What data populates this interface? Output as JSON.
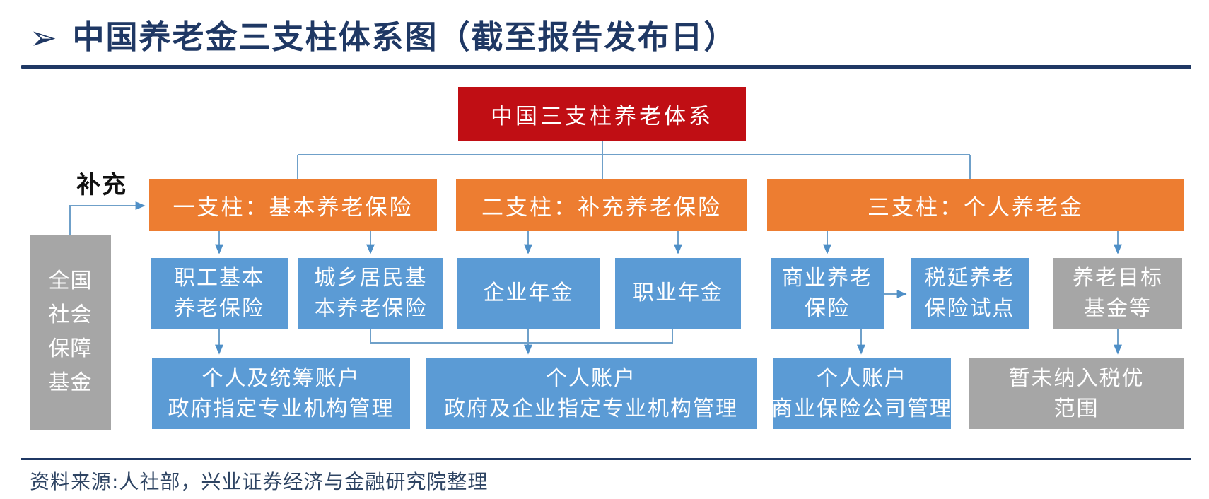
{
  "title": {
    "bullet": "➢",
    "text": "中国养老金三支柱体系图（截至报告发布日）"
  },
  "colors": {
    "navy": "#1F3864",
    "red": "#C00E14",
    "orange": "#ED7D31",
    "blue": "#5B9BD5",
    "gray": "#A6A6A6",
    "line": "#6FA0C9",
    "arrow": "#4E8FC7"
  },
  "diagram": {
    "root": {
      "label": "中国三支柱养老体系"
    },
    "supplement_label": "补充",
    "national_fund": {
      "lines": [
        "全国",
        "社会",
        "保障",
        "基金"
      ]
    },
    "pillars": [
      {
        "label": "一支柱：基本养老保险"
      },
      {
        "label": "二支柱：补充养老保险"
      },
      {
        "label": "三支柱：个人养老金"
      }
    ],
    "mid_boxes": [
      {
        "lines": [
          "职工基本",
          "养老保险"
        ]
      },
      {
        "lines": [
          "城乡居民基",
          "本养老保险"
        ]
      },
      {
        "lines": [
          "企业年金"
        ]
      },
      {
        "lines": [
          "职业年金"
        ]
      },
      {
        "lines": [
          "商业养老",
          "保险"
        ]
      },
      {
        "lines": [
          "税延养老",
          "保险试点"
        ]
      },
      {
        "lines": [
          "养老目标",
          "基金等"
        ]
      }
    ],
    "bottom_boxes": [
      {
        "lines": [
          "个人及统筹账户",
          "政府指定专业机构管理"
        ]
      },
      {
        "lines": [
          "个人账户",
          "政府及企业指定专业机构管理"
        ]
      },
      {
        "lines": [
          "个人账户",
          "商业保险公司管理"
        ]
      },
      {
        "lines": [
          "暂未纳入税优",
          "范围"
        ]
      }
    ]
  },
  "source": "资料来源:人社部，兴业证券经济与金融研究院整理"
}
